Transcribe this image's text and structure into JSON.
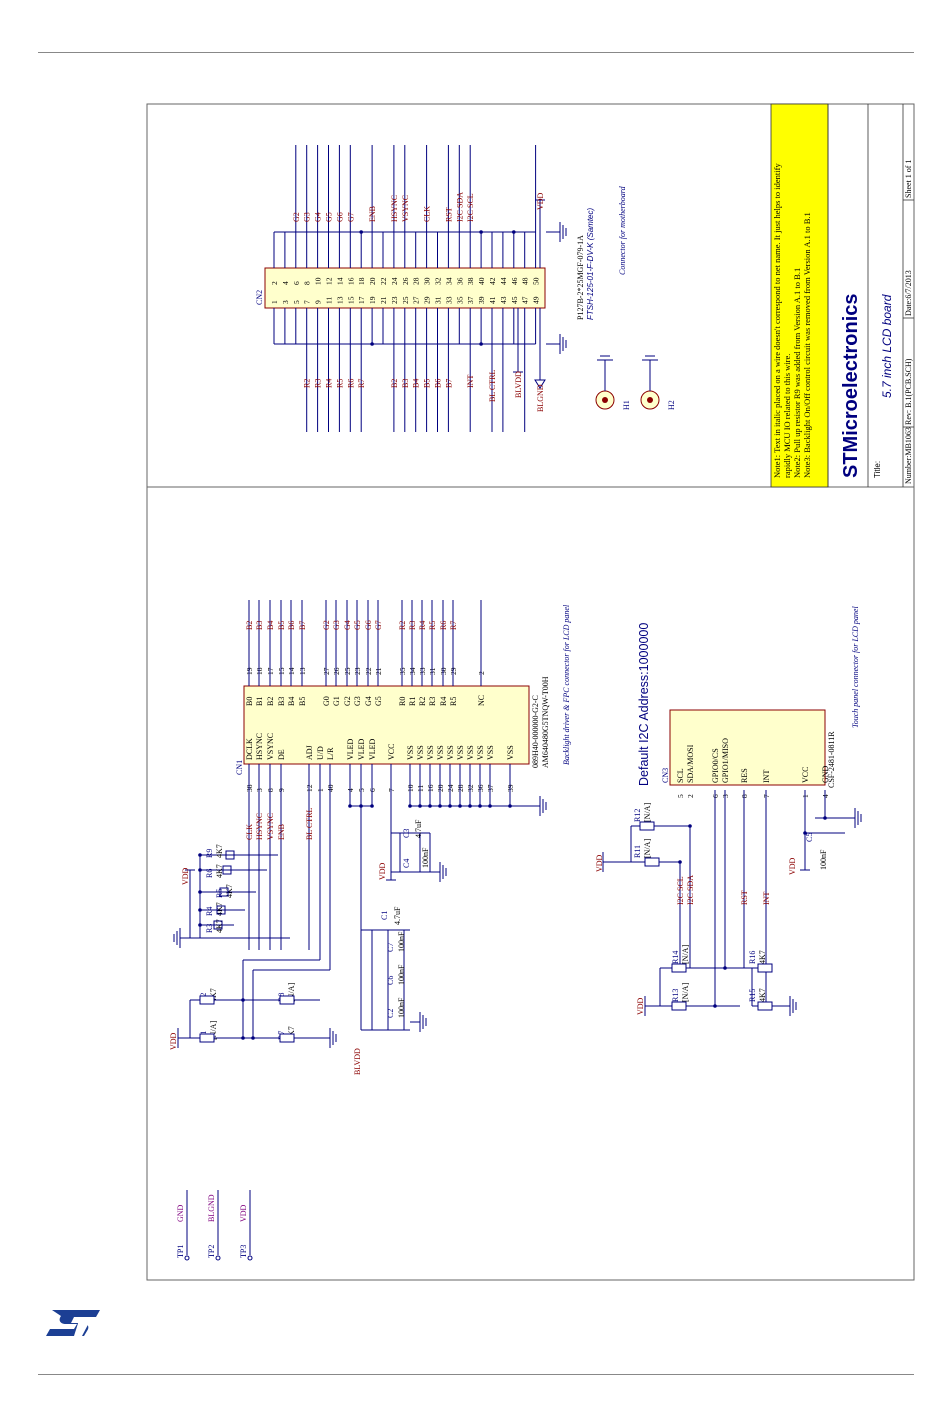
{
  "title_block": {
    "company": "STMicroelectronics",
    "title_label": "Title:",
    "title": "5.7 inch LCD board",
    "number": "Number:MB1063",
    "rev": "Rev:  B.1(PCB.SCH)",
    "date": "Date:6/7/2013",
    "sheet": "Sheet 1    of    1"
  },
  "notes": [
    "Note1: Text in italic placed on a wire doesn't correspond to net name. It just helps to identify",
    "rapidly MCU IO related to this wire.",
    "Note2: Pull up resistor R9 was added from Version A.1 to B.1",
    "Note3: Backlight On/Off control circuit was removed from Version A.1 to B.1"
  ],
  "cn1": {
    "ref": "CN1",
    "part1": "089H40-000000-G2-C",
    "part2": "AM640480G5TNQW-T00H",
    "caption": "Backlight driver & FPC connector for LCD panel",
    "left_pins": [
      {
        "pin": "38",
        "name": "DCLK",
        "net": "CLK"
      },
      {
        "pin": "3",
        "name": "HSYNC",
        "net": "HSYNC"
      },
      {
        "pin": "8",
        "name": "VSYNC",
        "net": "VSYNC"
      },
      {
        "pin": "9",
        "name": "DE",
        "net": "ENB"
      },
      {
        "pin": "12",
        "name": "ADJ",
        "net": "BL_CTRL"
      },
      {
        "pin": "1",
        "name": "U/D",
        "net": ""
      },
      {
        "pin": "40",
        "name": "L/R",
        "net": ""
      },
      {
        "pin": "4",
        "name": "VLED",
        "net": ""
      },
      {
        "pin": "5",
        "name": "VLED",
        "net": ""
      },
      {
        "pin": "6",
        "name": "VLED",
        "net": ""
      },
      {
        "pin": "7",
        "name": "VCC",
        "net": ""
      },
      {
        "pin": "10",
        "name": "VSS",
        "net": ""
      },
      {
        "pin": "11",
        "name": "VSS",
        "net": ""
      },
      {
        "pin": "16",
        "name": "VSS",
        "net": ""
      },
      {
        "pin": "20",
        "name": "VSS",
        "net": ""
      },
      {
        "pin": "24",
        "name": "VSS",
        "net": ""
      },
      {
        "pin": "28",
        "name": "VSS",
        "net": ""
      },
      {
        "pin": "32",
        "name": "VSS",
        "net": ""
      },
      {
        "pin": "36",
        "name": "VSS",
        "net": ""
      },
      {
        "pin": "37",
        "name": "VSS",
        "net": ""
      },
      {
        "pin": "39",
        "name": "VSS",
        "net": ""
      }
    ],
    "right_pins": [
      {
        "pin": "19",
        "name": "B0",
        "net": "B2"
      },
      {
        "pin": "18",
        "name": "B1",
        "net": "B3"
      },
      {
        "pin": "17",
        "name": "B2",
        "net": "B4"
      },
      {
        "pin": "15",
        "name": "B3",
        "net": "B5"
      },
      {
        "pin": "14",
        "name": "B4",
        "net": "B6"
      },
      {
        "pin": "13",
        "name": "B5",
        "net": "B7"
      },
      {
        "pin": "27",
        "name": "G0",
        "net": "G2"
      },
      {
        "pin": "26",
        "name": "G1",
        "net": "G3"
      },
      {
        "pin": "25",
        "name": "G2",
        "net": "G4"
      },
      {
        "pin": "23",
        "name": "G3",
        "net": "G5"
      },
      {
        "pin": "22",
        "name": "G4",
        "net": "G6"
      },
      {
        "pin": "21",
        "name": "G5",
        "net": "G7"
      },
      {
        "pin": "35",
        "name": "R0",
        "net": "R2"
      },
      {
        "pin": "34",
        "name": "R1",
        "net": "R3"
      },
      {
        "pin": "33",
        "name": "R2",
        "net": "R4"
      },
      {
        "pin": "31",
        "name": "R3",
        "net": "R5"
      },
      {
        "pin": "30",
        "name": "R4",
        "net": "R6"
      },
      {
        "pin": "29",
        "name": "R5",
        "net": "R7"
      },
      {
        "pin": "2",
        "name": "NC",
        "net": ""
      }
    ]
  },
  "cn2": {
    "ref": "CN2",
    "part1": "P127B-2*25MGF-079-1A",
    "part2": "FTSH-125-01-F-DV-K (Samtec)",
    "caption": "Connector for motherboard",
    "odd_pins": [
      "1",
      "3",
      "5",
      "7",
      "9",
      "11",
      "13",
      "15",
      "17",
      "19",
      "21",
      "23",
      "25",
      "27",
      "29",
      "31",
      "33",
      "35",
      "37",
      "39",
      "41",
      "43",
      "45",
      "47",
      "49"
    ],
    "even_pins": [
      "2",
      "4",
      "6",
      "8",
      "10",
      "12",
      "14",
      "16",
      "18",
      "20",
      "22",
      "24",
      "26",
      "28",
      "30",
      "32",
      "34",
      "36",
      "38",
      "40",
      "42",
      "44",
      "46",
      "48",
      "50"
    ],
    "odd_nets": [
      "",
      "",
      "",
      "R2",
      "R3",
      "R4",
      "R5",
      "R6",
      "R7",
      "",
      "",
      "B2",
      "B3",
      "B4",
      "B5",
      "B6",
      "B7",
      "",
      "INT",
      "",
      "BL_CTRL",
      "BLVDD",
      "",
      "BLGND",
      ""
    ],
    "even_nets": [
      "",
      "",
      "G2",
      "G3",
      "G4",
      "G5",
      "G6",
      "G7",
      "",
      "ENB",
      "",
      "HSYNC",
      "VSYNC",
      "",
      "CLK",
      "",
      "RST",
      "I2C_SDA",
      "I2C_SCL",
      "",
      "",
      "",
      "",
      "",
      "VDD"
    ]
  },
  "cn3": {
    "ref": "CN3",
    "part": "CSF-2481-0811R",
    "caption": "Touch panel connector for LCD panel",
    "address": "Default I2C Address:1000000",
    "pins": [
      {
        "pin": "5",
        "name": "SCL"
      },
      {
        "pin": "2",
        "name": "SDA/MOSI"
      },
      {
        "pin": "6",
        "name": "GPIO0/CS"
      },
      {
        "pin": "3",
        "name": "GPIO1/MISO"
      },
      {
        "pin": "8",
        "name": "RES"
      },
      {
        "pin": "7",
        "name": "INT"
      },
      {
        "pin": "1",
        "name": "VCC"
      },
      {
        "pin": "4",
        "name": "GND"
      }
    ],
    "nets": [
      "I2C_SCL",
      "I2C_SDA",
      "RST",
      "INT"
    ]
  },
  "resistors": [
    {
      "ref": "R1",
      "value": "[N/A]"
    },
    {
      "ref": "R2",
      "value": "4K7"
    },
    {
      "ref": "R7",
      "value": "4K7"
    },
    {
      "ref": "R8",
      "value": "[N/A]"
    },
    {
      "ref": "R3",
      "value": "4K7"
    },
    {
      "ref": "R4",
      "value": "4K7"
    },
    {
      "ref": "R5",
      "value": "4K7"
    },
    {
      "ref": "R6",
      "value": "4K7"
    },
    {
      "ref": "R9",
      "value": "4K7"
    },
    {
      "ref": "R11",
      "value": "[N/A]"
    },
    {
      "ref": "R12",
      "value": "[N/A]"
    },
    {
      "ref": "R13",
      "value": "[N/A]"
    },
    {
      "ref": "R14",
      "value": "[N/A]"
    },
    {
      "ref": "R15",
      "value": "4K7"
    },
    {
      "ref": "R16",
      "value": "4K7"
    }
  ],
  "capacitors": [
    {
      "ref": "C1",
      "value": "4.7uF"
    },
    {
      "ref": "C2",
      "value": "100nF"
    },
    {
      "ref": "C6",
      "value": "100nF"
    },
    {
      "ref": "C7",
      "value": "100nF"
    },
    {
      "ref": "C3",
      "value": "4.7uF"
    },
    {
      "ref": "C4",
      "value": "100nF"
    },
    {
      "ref": "C5",
      "value": "100nF"
    }
  ],
  "holes": [
    "H1",
    "H2"
  ],
  "test_points": [
    {
      "ref": "TP1",
      "net": "GND"
    },
    {
      "ref": "TP2",
      "net": "BLGND"
    },
    {
      "ref": "TP3",
      "net": "VDD"
    }
  ],
  "power": {
    "vdd": "VDD",
    "blvdd": "BLVDD",
    "blgnd": "BLGND"
  },
  "colors": {
    "wire": "#00007f",
    "net_label": "#8b0000",
    "tp_net": "#7f007f",
    "title_yellow": "#ffff00",
    "caption": "#00007f"
  }
}
